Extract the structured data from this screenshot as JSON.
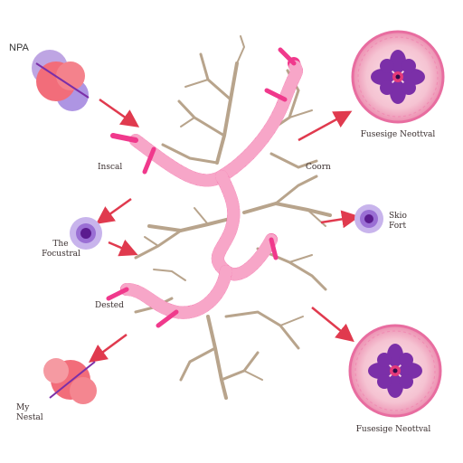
{
  "labels": {
    "npa": "NPA",
    "inscal": "Inscal",
    "the": "The",
    "focustral": "Focustral",
    "dested": "Dested",
    "my": "My",
    "nestal": "Nestal",
    "coorn": "Coorn",
    "skio": "Skio",
    "fort": "Fort",
    "top_right_caption": "Fusesige Neottval",
    "bottom_right_caption": "Fusesige Neottval"
  },
  "colors": {
    "axon_pink": "#f0398c",
    "dendrite_tan": "#b8a48c",
    "arrow_red": "#e03a4e",
    "cell_purple": "#7b2fa8",
    "cell_lavender": "#b79be0",
    "cell_salmon": "#f26d7a",
    "disc_rose": "#f2b6c8",
    "disc_ring": "#e86da0"
  },
  "icons": [
    "neuron-diagram",
    "cell-cluster-icon",
    "round-cell-icon",
    "tissue-disc-icon",
    "arrow-icon"
  ]
}
